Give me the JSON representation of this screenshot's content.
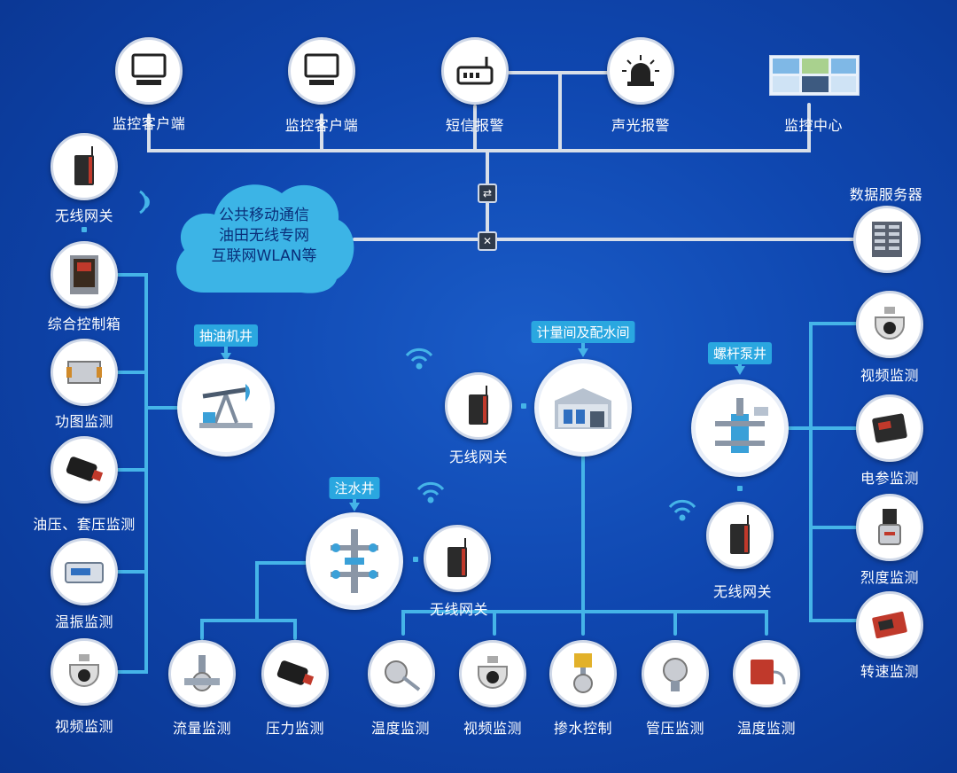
{
  "cloud": {
    "line1": "公共移动通信",
    "line2": "油田无线专网",
    "line3": "互联网WLAN等"
  },
  "top": {
    "client1": "监控客户端",
    "client2": "监控客户端",
    "sms": "短信报警",
    "alarm": "声光报警",
    "center": "监控中心"
  },
  "server": "数据服务器",
  "left": {
    "gateway": "无线网关",
    "control_box": "综合控制箱",
    "dynamometer": "功图监测",
    "pressure": "油压、套压监测",
    "vibration": "温振监测",
    "video": "视频监测"
  },
  "pump_well": {
    "tag": "抽油机井"
  },
  "metering": {
    "tag": "计量间及配水间",
    "gateway": "无线网关"
  },
  "injection": {
    "tag": "注水井",
    "gateway": "无线网关",
    "flow": "流量监测",
    "pressure": "压力监测"
  },
  "screw_pump": {
    "tag": "螺杆泵井",
    "gateway": "无线网关"
  },
  "right": {
    "video": "视频监测",
    "electric": "电参监测",
    "heat": "烈度监测",
    "speed": "转速监测"
  },
  "bottom": {
    "temp1": "温度监测",
    "video": "视频监测",
    "water": "掺水控制",
    "pipe": "管压监测",
    "temp2": "温度监测"
  },
  "colors": {
    "background": "#0f47b0",
    "bus_line": "#d8dfe9",
    "link_line": "#45b4e8",
    "tag_bg": "#2aa7e0",
    "cloud": "#3cb4e6"
  },
  "icons": {
    "client": "monitor-icon",
    "sms": "router-icon",
    "alarm": "siren-icon",
    "center": "dashboard-icon",
    "server": "server-rack-icon",
    "gateway": "gateway-device-icon",
    "camera": "dome-camera-icon",
    "pump_jack": "pump-jack-icon",
    "building": "building-icon"
  }
}
